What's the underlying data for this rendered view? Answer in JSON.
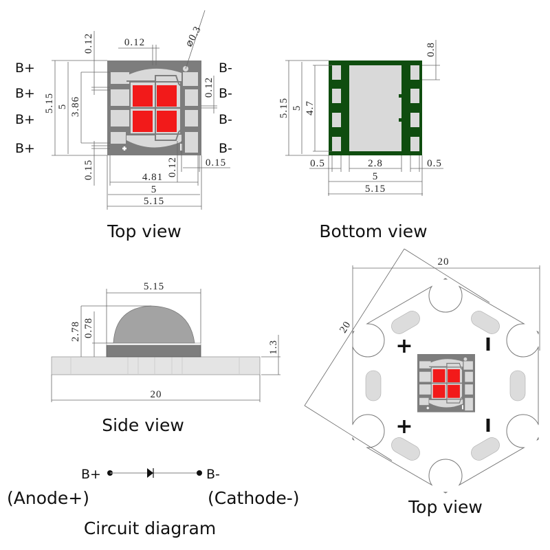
{
  "colors": {
    "chip_gray": "#7d7d7d",
    "pad_light": "#d9d9d9",
    "led_red": "#f21a1a",
    "pcb_green": "#0f4d0f",
    "line": "#666666"
  },
  "top_view": {
    "title": "Top view",
    "left_pins": [
      "B+",
      "B+",
      "B+",
      "B+"
    ],
    "right_pins": [
      "B-",
      "B-",
      "B-",
      "B-"
    ],
    "dims": [
      "0.12",
      "0.12",
      "⌀0.3",
      "5.15",
      "5",
      "3.86",
      "0.12",
      "0.15",
      "0.12",
      "0.15",
      "4.81",
      "5",
      "5.15"
    ]
  },
  "bottom_view": {
    "title": "Bottom view",
    "dims": [
      "0.8",
      "5.15",
      "5",
      "4.7",
      "0.5",
      "2.8",
      "0.5",
      "5",
      "5.15"
    ]
  },
  "side_view": {
    "title": "Side view",
    "dims": [
      "5.15",
      "2.78",
      "0.78",
      "1.3",
      "20"
    ]
  },
  "star_board": {
    "title": "Top view",
    "dims": [
      "20",
      "20"
    ],
    "polarity": [
      "+",
      "I",
      "+",
      "I"
    ]
  },
  "circuit": {
    "title": "Circuit diagram",
    "anode_pin": "B+",
    "cathode_pin": "B-",
    "anode_label": "(Anode+)",
    "cathode_label": "(Cathode-)"
  }
}
